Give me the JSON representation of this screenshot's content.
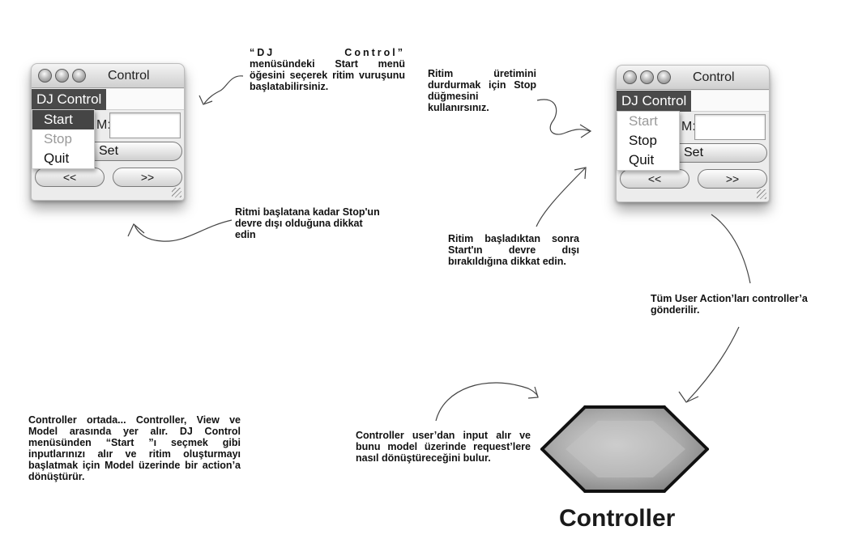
{
  "left_window": {
    "title": "Control",
    "menu_title": "DJ Control",
    "menu_items": [
      "Start",
      "Stop",
      "Quit"
    ],
    "bpm_label": "M:",
    "set_label": "Set",
    "prev_label": "<<",
    "next_label": ">>"
  },
  "right_window": {
    "title": "Control",
    "menu_title": "DJ Control",
    "menu_items": [
      "Start",
      "Stop",
      "Quit"
    ],
    "bpm_label": "M:",
    "set_label": "Set",
    "prev_label": "<<",
    "next_label": ">>"
  },
  "notes": {
    "note1_line1": "“DJ Control”",
    "note1_rest": "menüsündeki Start menü öğesini seçerek ritim vuruşunu başlatabilirsiniz.",
    "note2": "Ritmi başlatana kadar Stop'un devre dışı olduğuna dikkat edin",
    "note3": "Ritim üretimini durdurmak için Stop düğmesini kullanırsınız.",
    "note4": "Ritim başladıktan sonra Start'ın devre dışı bırakıldığına dikkat edin.",
    "note5": "Tüm User Action’ları controller’a gönderilir.",
    "note6": "Controller ortada... Controller, View ve Model arasında yer alır. DJ Control menüsünden “Start ”ı seçmek gibi inputlarınızı alır ve ritim oluşturmayı başlatmak için Model üzerinde bir action’a dönüştürür.",
    "note7": "Controller user’dan input alır ve bunu model üzerinde request’lere nasıl dönüştüreceğini bulur."
  },
  "controller_label": "Controller"
}
